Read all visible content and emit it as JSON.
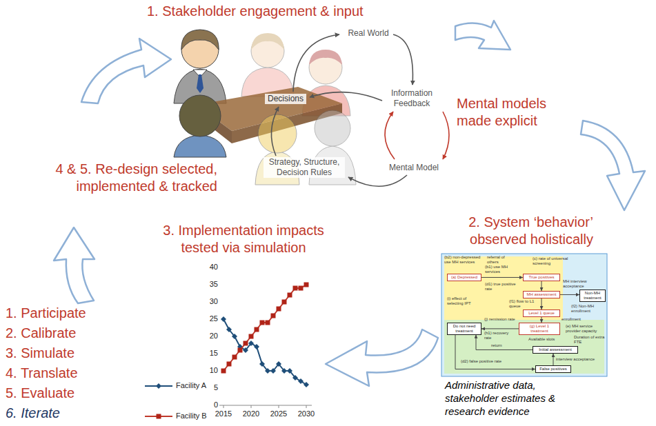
{
  "diagram": {
    "nodes": [
      {
        "text": [
          "(a) Depressed"
        ]
      },
      {
        "text": [
          "True positives"
        ]
      },
      {
        "text": [
          "MH assessment"
        ]
      },
      {
        "text": [
          "Non-MH treatment"
        ]
      },
      {
        "text": [
          "Level 1 queue"
        ]
      },
      {
        "text": [
          "(g) Level 1 treatment"
        ]
      },
      {
        "text": [
          "Do not need treatment"
        ]
      },
      {
        "text": [
          "Initial assessment"
        ]
      },
      {
        "text": [
          "False positives"
        ]
      }
    ],
    "edges": [
      {
        "from": 0,
        "to": 1,
        "arrow": "to"
      },
      {
        "from": 1,
        "to": 2,
        "arrow": "to"
      },
      {
        "from": 2,
        "to": 3,
        "arrow": "to"
      },
      {
        "from": 2,
        "to": 4,
        "arrow": "to"
      },
      {
        "from": 4,
        "to": 5,
        "arrow": "to"
      },
      {
        "from": 5,
        "to": 6,
        "arrow": "to"
      },
      {
        "from": 7,
        "to": 6,
        "arrow": "to"
      },
      {
        "from": 6,
        "to": 8,
        "arrow": "to"
      },
      {
        "from": 8,
        "to": 7,
        "arrow": "to"
      }
    ],
    "labels": [
      "1. Stakeholder engagement & input",
      "Real World",
      "Decisions",
      "Information Feedback",
      "Mental models made explicit",
      "Strategy, Structure, Decision Rules",
      "Mental Model",
      "4 & 5. Re-design selected, implemented & tracked",
      "3. Implementation impacts tested via simulation",
      "2. System ‘behavior’ observed holistically",
      "(b2) non-depressed use MH services",
      "referral of others",
      "(c) rate of universal screening",
      "(b1) use MH services",
      "(d1) true positive rate",
      "MH interview acceptance",
      "(f2) Non-MH enrollment",
      "(f1) flow to L1 queue",
      "(i) effect of selecting IPT",
      "(e) MH service provider capacity",
      "enrollment",
      "(j) remission rate",
      "Duration of extra FTE",
      "(h1) recovery rate",
      "Available slots",
      "return",
      "interview acceptance",
      "(d2) false positive rate",
      "Administrative data, stakeholder estimates & research evidence",
      "40",
      "35",
      "30",
      "25",
      "20",
      "15",
      "10",
      "5",
      "0",
      "2015",
      "2020",
      "2025",
      "2030",
      "1. Participate",
      "2. Calibrate",
      "3. Simulate",
      "4. Translate",
      "5. Evaluate",
      "6. Iterate"
    ],
    "legend": [
      {
        "text": "Facility A"
      },
      {
        "text": "Facility B"
      }
    ]
  }
}
